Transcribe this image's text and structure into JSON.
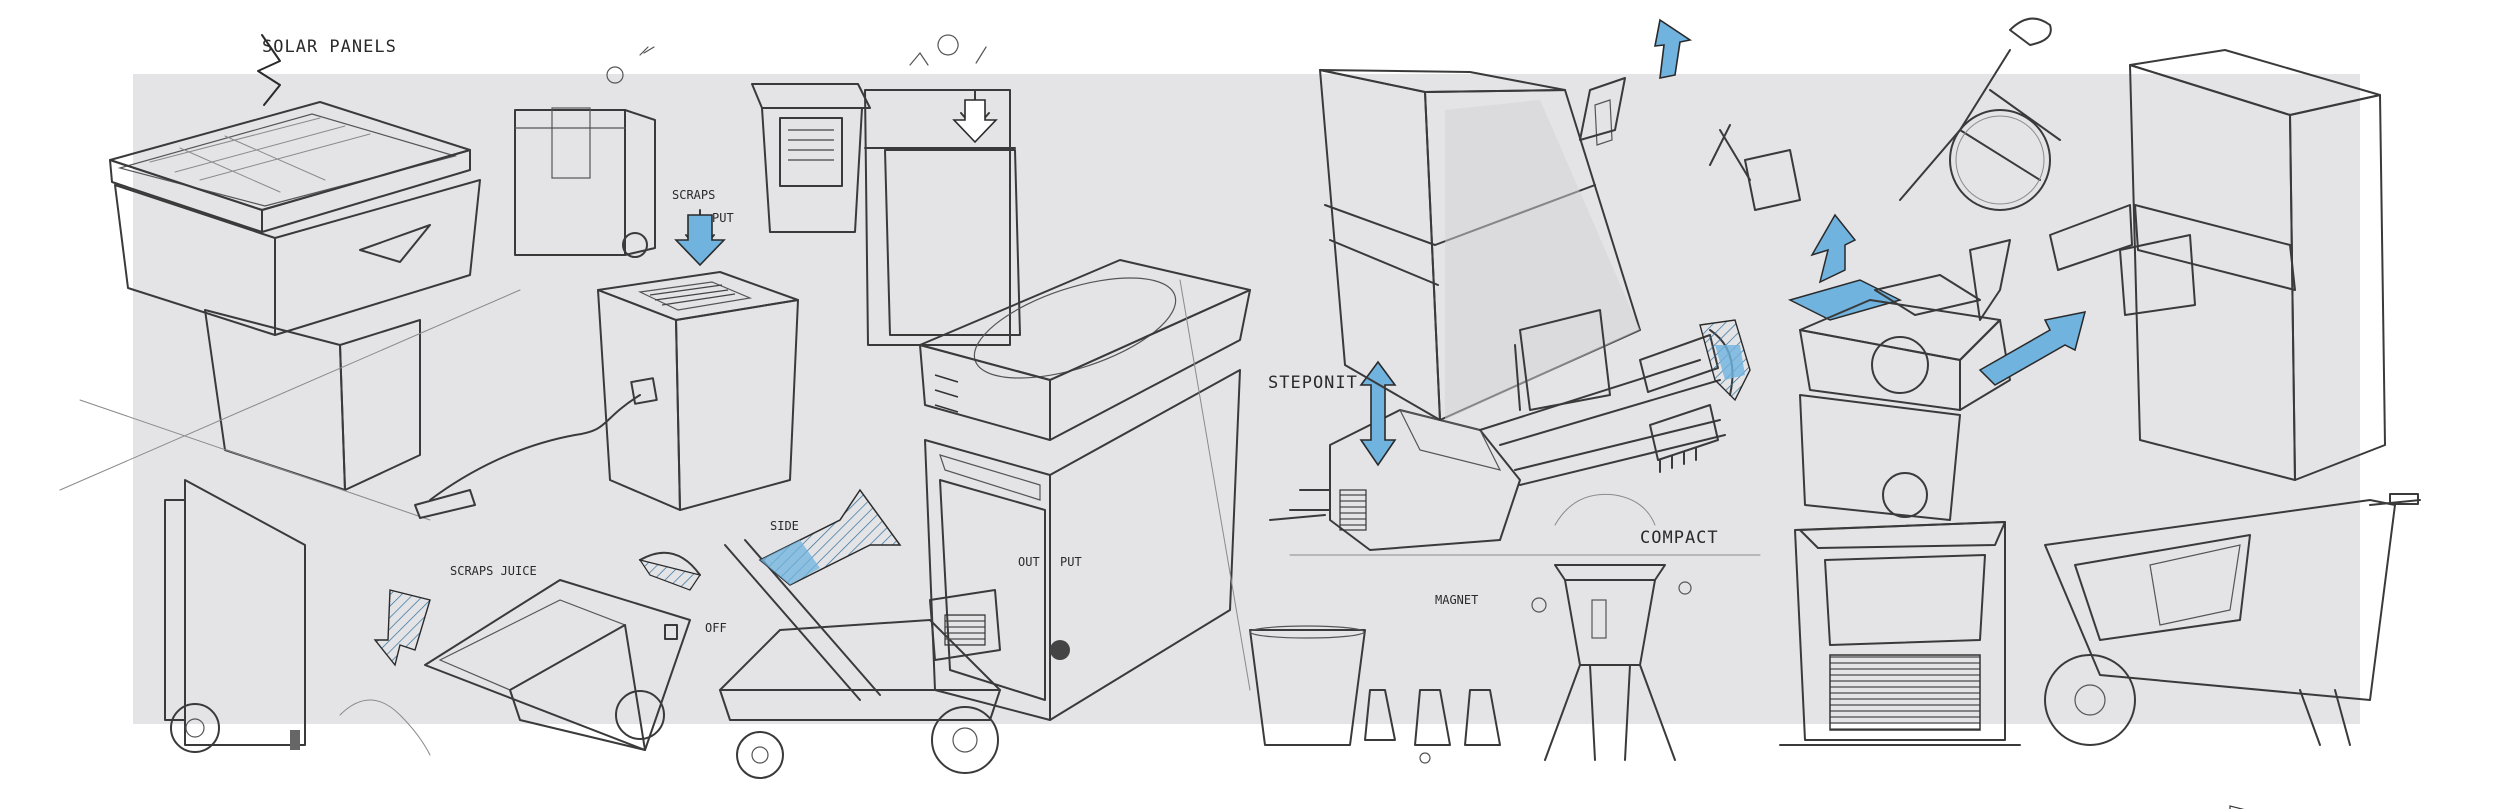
{
  "labels": {
    "solar_panels": "SOLAR PANELS",
    "scraps": "SCRAPS",
    "put": "PUT",
    "scraps_juice": "SCRAPS JUICE",
    "off": "OFF",
    "side": "SIDE",
    "out": "OUT",
    "step_on_it": "STEPONIT",
    "magnet": "MAGNET",
    "compact": "COMPACT"
  },
  "colors": {
    "paper": "#ffffff",
    "background_block": "#e4e4e7",
    "ink": "#2a2a2a",
    "accent_blue": "#6fb3de",
    "accent_blue_dark": "#3d86b8"
  }
}
